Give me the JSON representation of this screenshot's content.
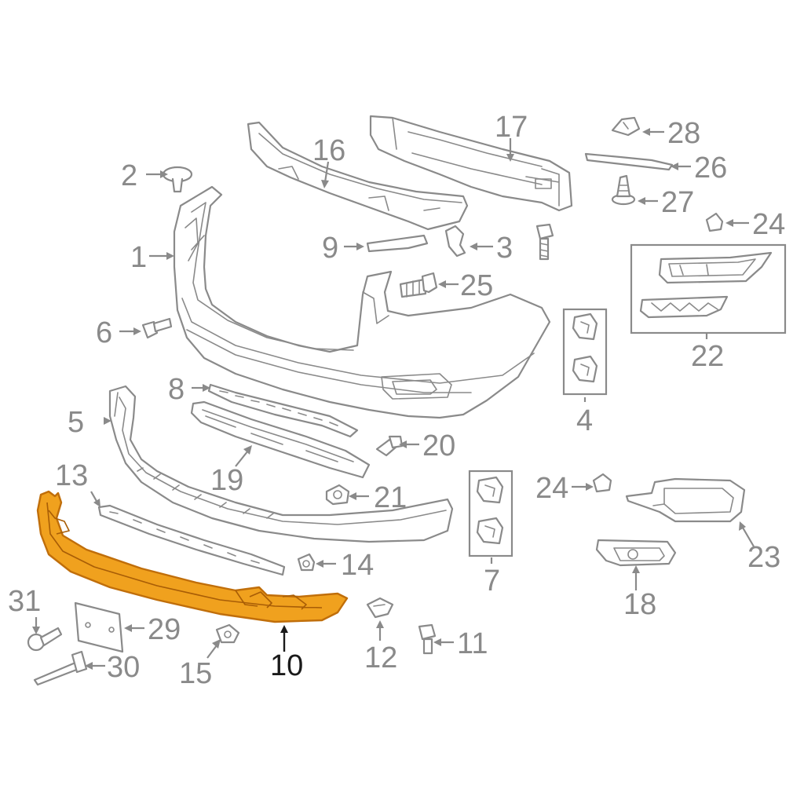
{
  "callouts": {
    "c1": "1",
    "c2": "2",
    "c3": "3",
    "c4": "4",
    "c5": "5",
    "c6": "6",
    "c7": "7",
    "c8": "8",
    "c9": "9",
    "c10": "10",
    "c11": "11",
    "c12": "12",
    "c13": "13",
    "c14": "14",
    "c15": "15",
    "c16": "16",
    "c17": "17",
    "c18": "18",
    "c19": "19",
    "c20": "20",
    "c21": "21",
    "c22": "22",
    "c23": "23",
    "c24a": "24",
    "c24b": "24",
    "c25": "25",
    "c26": "26",
    "c27": "27",
    "c28": "28",
    "c29": "29",
    "c30": "30",
    "c31": "31"
  },
  "highlighted_part": "10",
  "colors": {
    "line": "#8a8a8a",
    "highlight_fill": "#f0a11e",
    "highlight_label": "#1a1a1a"
  }
}
